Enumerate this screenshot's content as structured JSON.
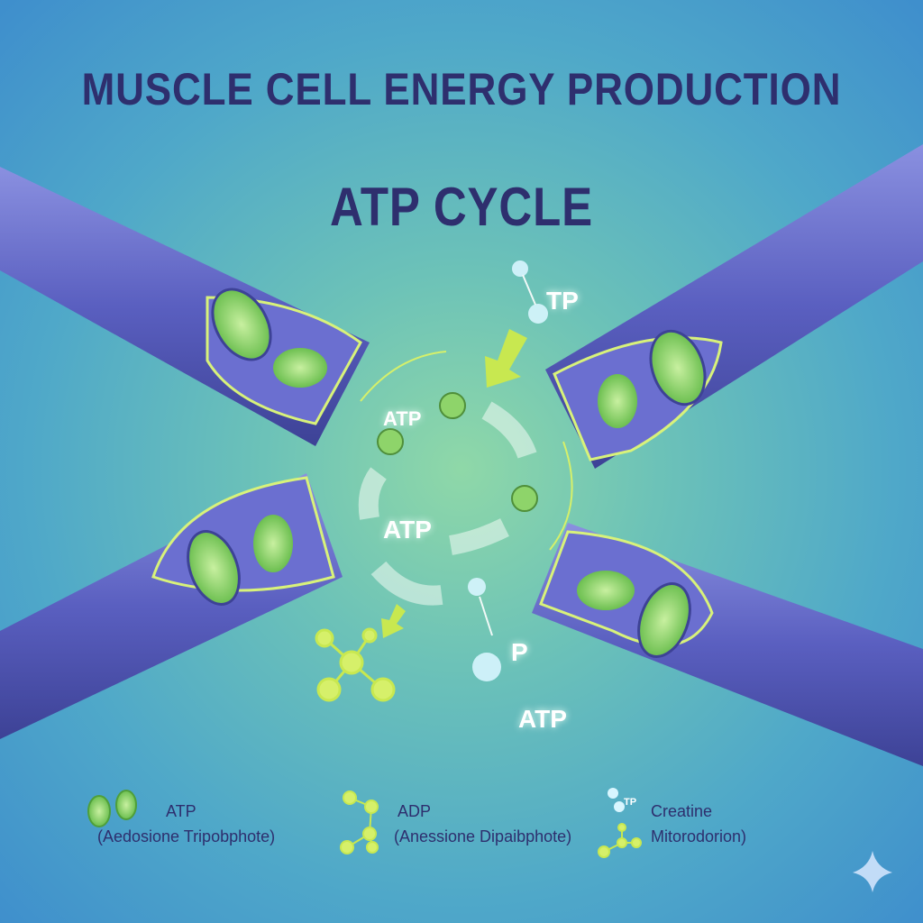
{
  "header": {
    "title": "MUSCLE CELL ENERGY PRODUCTION",
    "subtitle": "ATP CYCLE"
  },
  "diagram_labels": {
    "tp_top": "TP",
    "atp_upper": "ATP",
    "atp_middle": "ATP",
    "p_label": "P",
    "atp_bottom": "ATP"
  },
  "legend": [
    {
      "name": "ATP",
      "desc": "(Aedosione Tripobphote)",
      "icon": "mitochondria-icon"
    },
    {
      "name": "ADP",
      "desc": "(Anessione Dipaibphote)",
      "icon": "molecule-icon"
    },
    {
      "name": "Creatine",
      "desc": "Mitorodorion)",
      "icon": "creatine-molecule-icon",
      "icon_text": "TP"
    }
  ],
  "colors": {
    "title": "#2e2f6e",
    "fiber": "#5a5fc0",
    "mito": "#8ed46a",
    "arrow": "#d6f06a"
  }
}
